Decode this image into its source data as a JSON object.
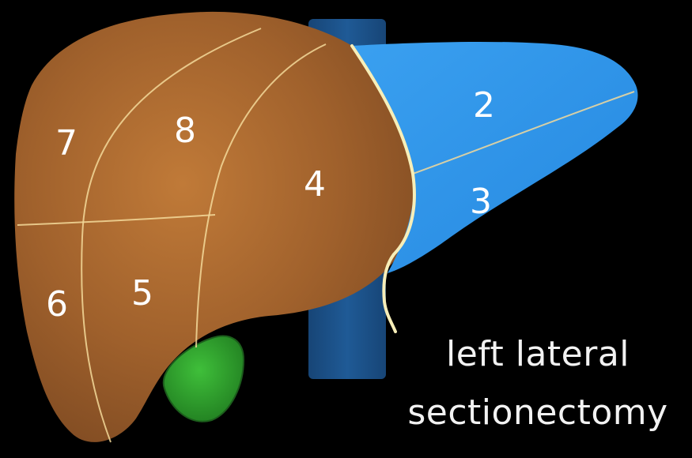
{
  "diagram": {
    "segments": [
      {
        "id": "seg-2",
        "label": "2"
      },
      {
        "id": "seg-3",
        "label": "3"
      },
      {
        "id": "seg-4",
        "label": "4"
      },
      {
        "id": "seg-5",
        "label": "5"
      },
      {
        "id": "seg-6",
        "label": "6"
      },
      {
        "id": "seg-7",
        "label": "7"
      },
      {
        "id": "seg-8",
        "label": "8"
      }
    ],
    "caption": {
      "line1": "left lateral",
      "line2": "sectionectomy"
    },
    "colors": {
      "background": "#000000",
      "liver": "#a0612c",
      "resected_section": "#2f95e8",
      "gallbladder": "#2f9e2c",
      "vena_cava": "#1a4f8a",
      "segment_lines": "#f3d99a",
      "resection_line": "#f7eeb8"
    }
  }
}
